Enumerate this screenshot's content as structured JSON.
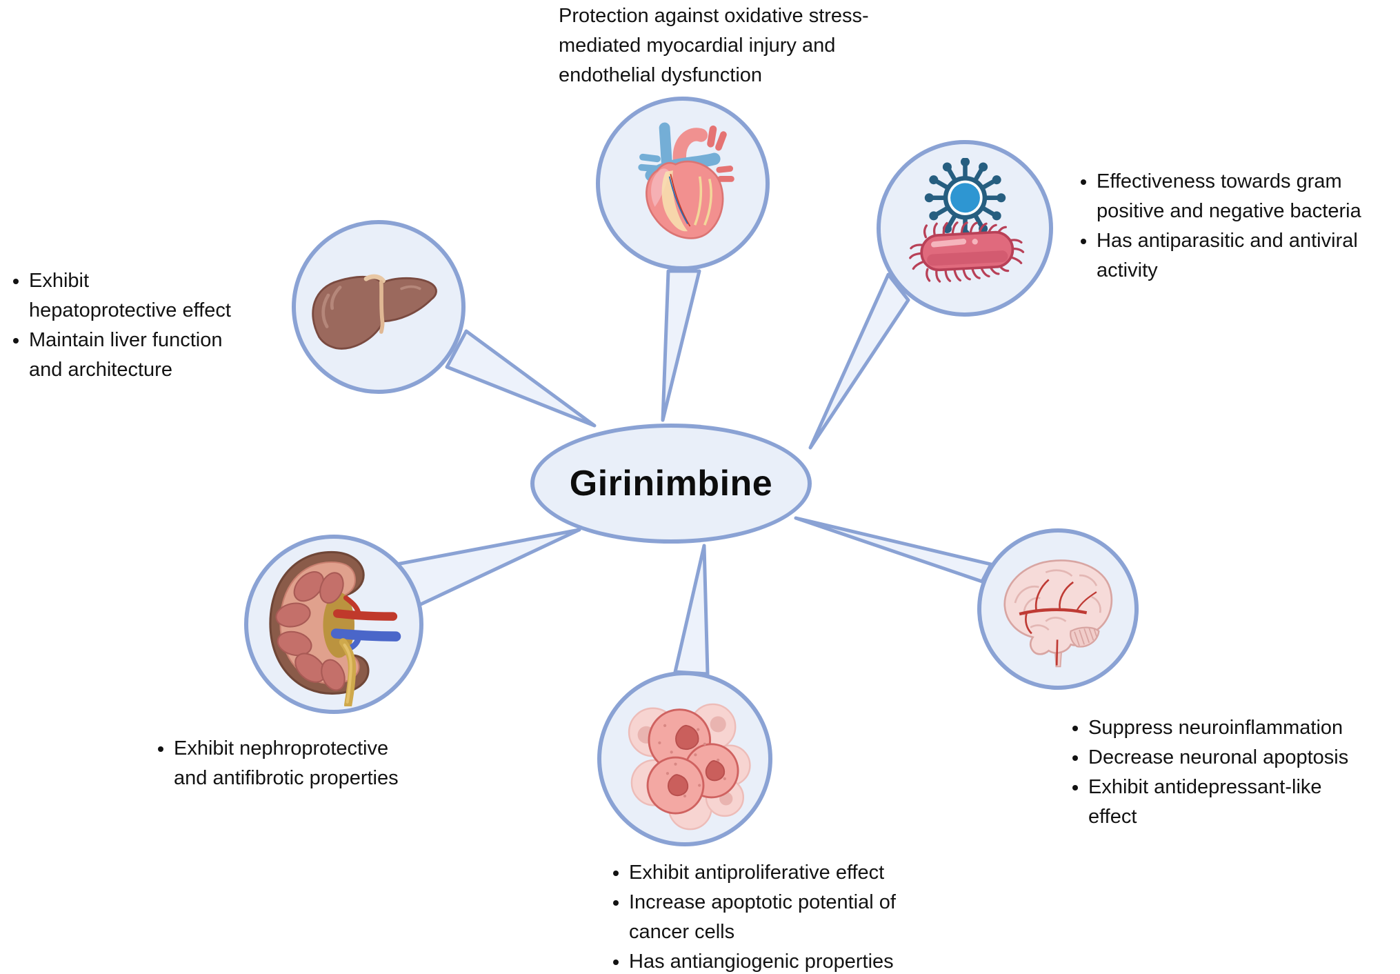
{
  "center": {
    "label": "Girinimbine"
  },
  "colors": {
    "bubble_fill": "#e9eff9",
    "bubble_stroke": "#8aa2d4",
    "text": "#121212"
  },
  "nodes": {
    "heart": {
      "icon": "heart-icon",
      "caption": "Protection against oxidative stress-\nmediated myocardial injury and\nendothelial dysfunction"
    },
    "microbe": {
      "icon": "virus-bacteria-icon",
      "items": [
        "Effectiveness towards gram\npositive and negative bacteria",
        "Has antiparasitic and antiviral\nactivity"
      ]
    },
    "liver": {
      "icon": "liver-icon",
      "items": [
        "Exhibit\nhepatoprotective effect",
        "Maintain liver function\nand architecture"
      ]
    },
    "kidney": {
      "icon": "kidney-icon",
      "items": [
        "Exhibit nephroprotective\nand antifibrotic  properties"
      ]
    },
    "cancer": {
      "icon": "cancer-cells-icon",
      "items": [
        "Exhibit antiproliferative effect",
        "Increase apoptotic potential of\ncancer cells",
        "Has antiangiogenic properties"
      ]
    },
    "brain": {
      "icon": "brain-icon",
      "items": [
        "Suppress neuroinflammation",
        "Decrease neuronal apoptosis",
        "Exhibit antidepressant-like\neffect"
      ]
    }
  }
}
